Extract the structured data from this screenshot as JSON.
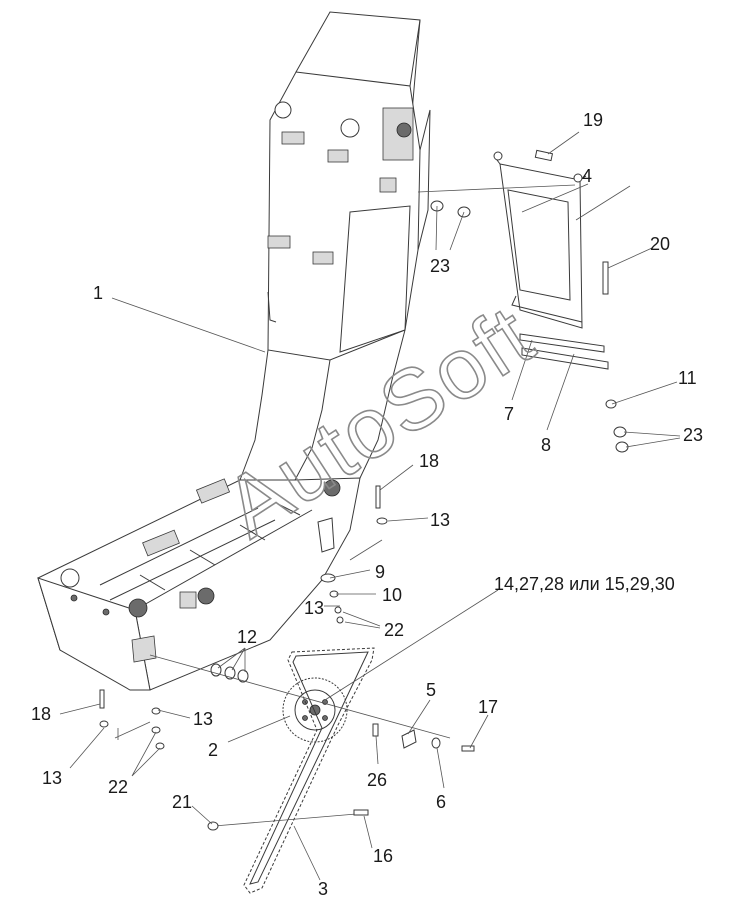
{
  "watermark": "AutoSoft",
  "callouts": {
    "c1": "1",
    "c2": "2",
    "c3": "3",
    "c4": "4",
    "c5": "5",
    "c6": "6",
    "c7": "7",
    "c8": "8",
    "c9": "9",
    "c10": "10",
    "c11": "11",
    "c12": "12",
    "c13a": "13",
    "c13b": "13",
    "c13c": "13",
    "c13d": "13",
    "c16": "16",
    "c17": "17",
    "c18a": "18",
    "c18b": "18",
    "c19": "19",
    "c20": "20",
    "c21": "21",
    "c22a": "22",
    "c22b": "22",
    "c23a": "23",
    "c23b": "23",
    "c26": "26",
    "chain_variant": "14,27,28 или 15,29,30"
  }
}
